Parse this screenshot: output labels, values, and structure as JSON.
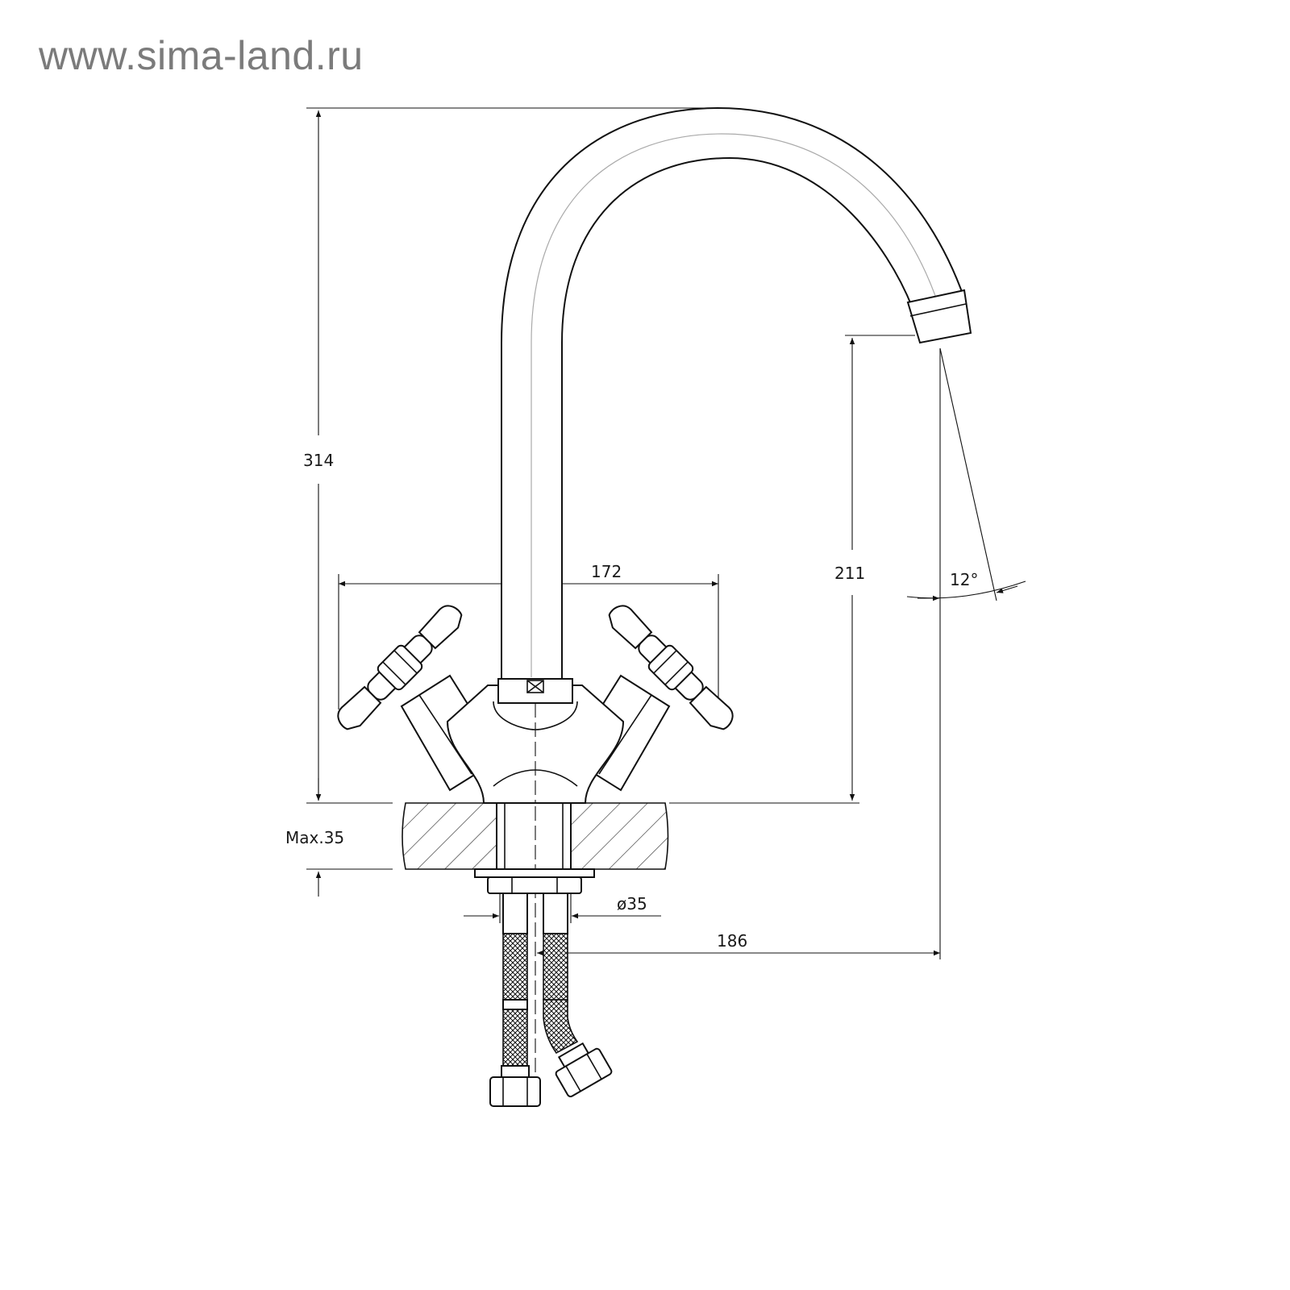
{
  "watermark": "www.sima-land.ru",
  "dimensions": {
    "height_total": "314",
    "height_spout": "211",
    "handle_span": "172",
    "spout_reach": "186",
    "angle": "12°",
    "max_thickness": "Max.35",
    "hole_diameter": "ø35"
  }
}
